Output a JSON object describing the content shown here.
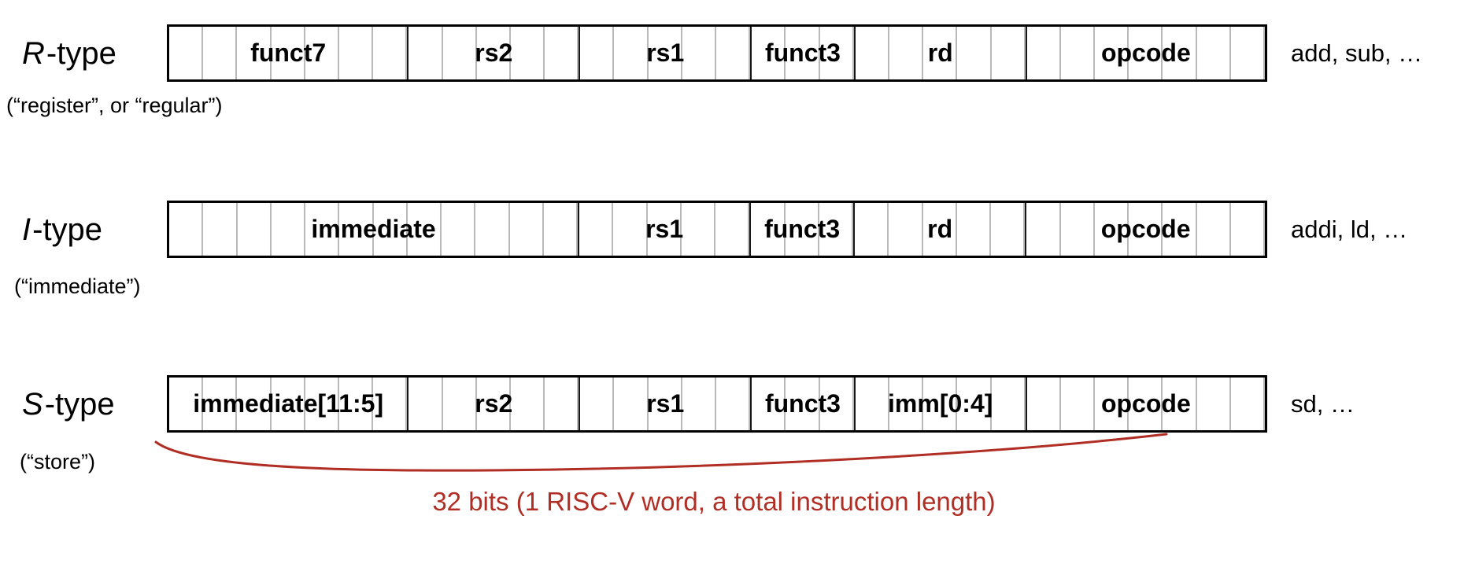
{
  "colors": {
    "accent_red": "#b02e24",
    "box_border": "#000000",
    "field_divider": "#161616",
    "bit_divider": "#b9b9b9"
  },
  "total_bits": 32,
  "brace_caption": "32 bits (1 RISC-V word, a total instruction length)",
  "rows": [
    {
      "name": "R-type",
      "label_italic": "R",
      "label_rest": "-type",
      "subtitle": "(“register”, or “regular”)",
      "annotation": "add, sub, …",
      "fields": [
        {
          "label": "funct7",
          "bits": 7
        },
        {
          "label": "rs2",
          "bits": 5
        },
        {
          "label": "rs1",
          "bits": 5
        },
        {
          "label": "funct3",
          "bits": 3
        },
        {
          "label": "rd",
          "bits": 5
        },
        {
          "label": "opcode",
          "bits": 7
        }
      ]
    },
    {
      "name": "I-type",
      "label_italic": "I",
      "label_rest": "-type",
      "subtitle": "(“immediate”)",
      "annotation": "addi, ld, …",
      "fields": [
        {
          "label": "immediate",
          "bits": 12
        },
        {
          "label": "rs1",
          "bits": 5
        },
        {
          "label": "funct3",
          "bits": 3
        },
        {
          "label": "rd",
          "bits": 5
        },
        {
          "label": "opcode",
          "bits": 7
        }
      ]
    },
    {
      "name": "S-type",
      "label_italic": "S",
      "label_rest": "-type",
      "subtitle": "(“store”)",
      "annotation": "sd, …",
      "fields": [
        {
          "label": "immediate[11:5]",
          "bits": 7
        },
        {
          "label": "rs2",
          "bits": 5
        },
        {
          "label": "rs1",
          "bits": 5
        },
        {
          "label": "funct3",
          "bits": 3
        },
        {
          "label": "imm[0:4]",
          "bits": 5
        },
        {
          "label": "opcode",
          "bits": 7
        }
      ]
    }
  ]
}
